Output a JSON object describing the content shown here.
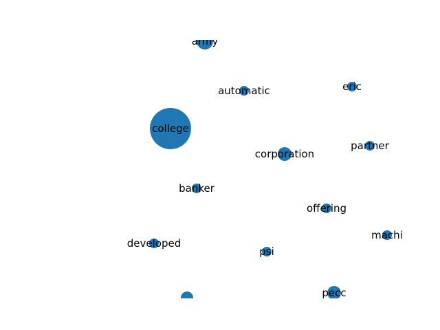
{
  "graph": {
    "node_color": "#1f77b4",
    "label_color": "#000000",
    "nodes": [
      {
        "id": "army",
        "label": "army"
      },
      {
        "id": "automatic",
        "label": "automatic"
      },
      {
        "id": "eric",
        "label": "eric"
      },
      {
        "id": "college",
        "label": "college"
      },
      {
        "id": "corporation",
        "label": "corporation"
      },
      {
        "id": "partner",
        "label": "partner"
      },
      {
        "id": "banker",
        "label": "banker"
      },
      {
        "id": "offering",
        "label": "offering"
      },
      {
        "id": "machi",
        "label": "machi"
      },
      {
        "id": "developed",
        "label": "developed"
      },
      {
        "id": "psi",
        "label": "psi"
      },
      {
        "id": "pecc",
        "label": "pecc"
      },
      {
        "id": "unlabeled-bottom",
        "label": ""
      }
    ]
  }
}
